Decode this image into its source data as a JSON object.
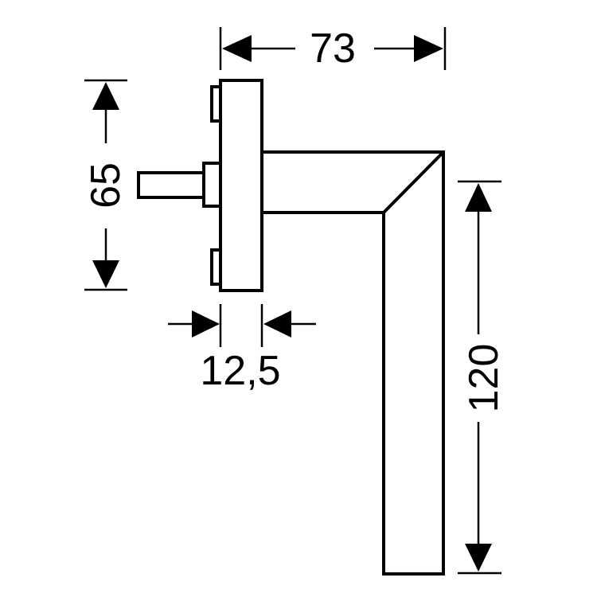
{
  "drawing": {
    "dimensions": {
      "width_overall": "73",
      "rosette_height": "65",
      "rosette_depth": "12,5",
      "lever_length": "120"
    }
  }
}
